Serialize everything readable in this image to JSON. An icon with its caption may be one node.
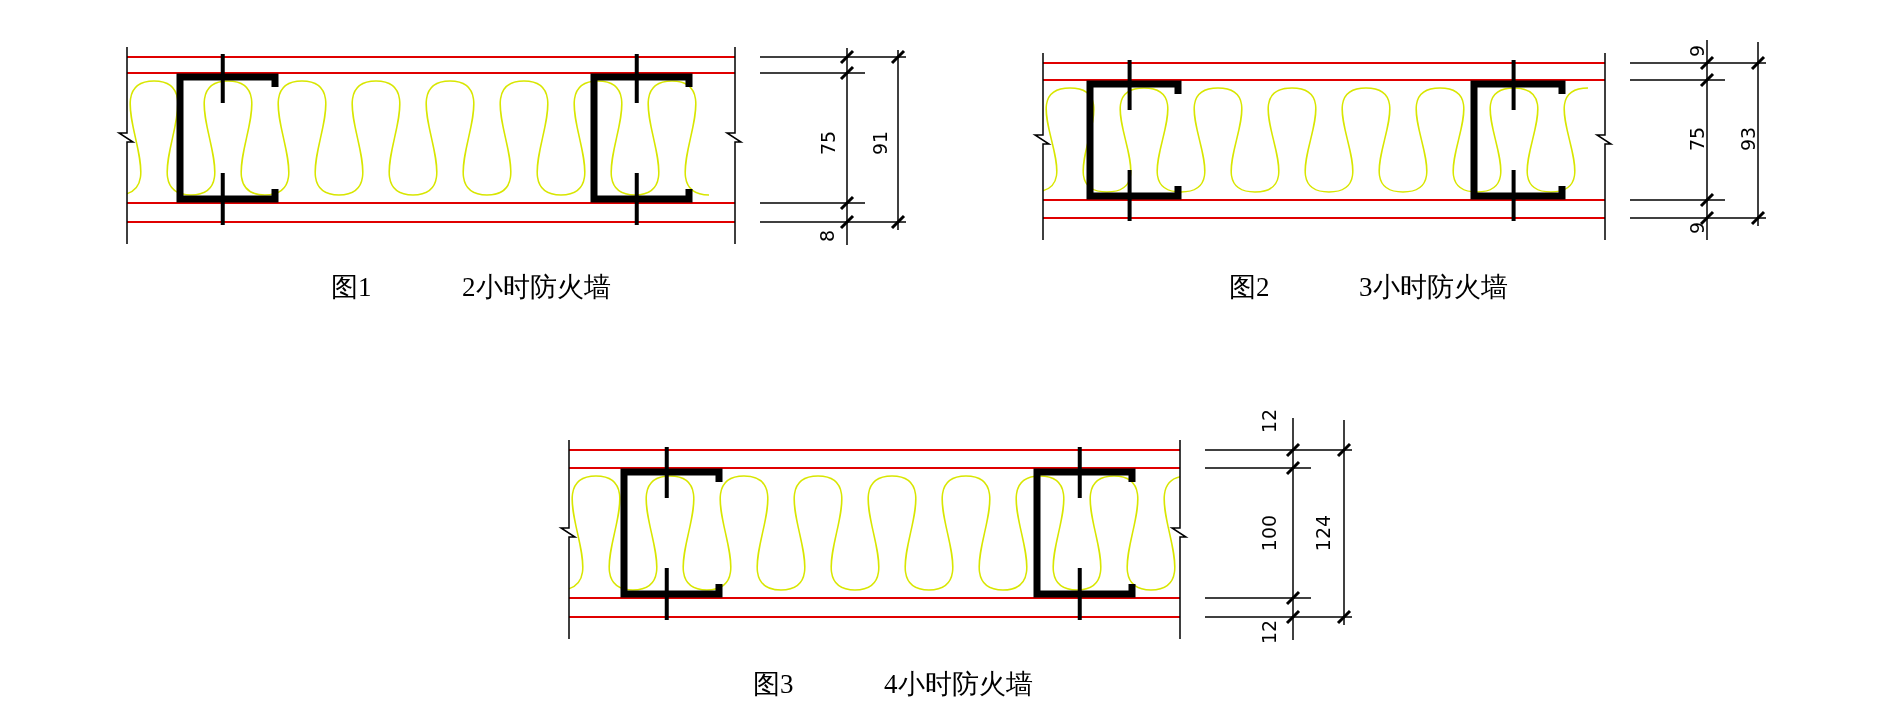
{
  "diagram": {
    "labels": [
      "75",
      "91",
      "8",
      "图1",
      "2小时防火墙",
      "9",
      "75",
      "93",
      "9",
      "图2",
      "3小时防火墙",
      "12",
      "100",
      "124",
      "12",
      "图3",
      "4小时防火墙"
    ]
  }
}
